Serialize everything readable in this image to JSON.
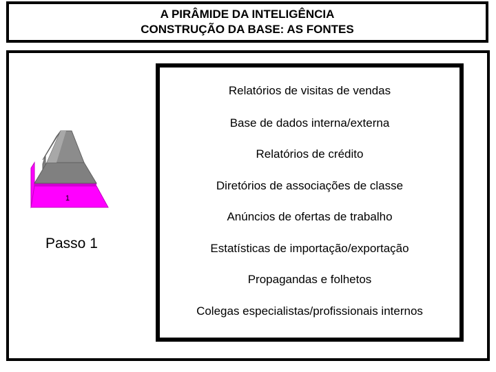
{
  "title": {
    "line1": "A PIRÂMIDE DA INTELIGÊNCIA",
    "line2": "CONSTRUÇÃO DA BASE: AS FONTES"
  },
  "pyramid": {
    "base_label": "1",
    "highlight_color": "#ff00ff",
    "inactive_color": "#808080"
  },
  "step_label": "Passo 1",
  "sources": [
    "Relatórios de visitas de vendas",
    "Base de dados interna/externa",
    "Relatórios de crédito",
    "Diretórios de associações de classe",
    "Anúncios de ofertas de trabalho",
    "Estatísticas de importação/exportação",
    "Propagandas e folhetos",
    "Colegas especialistas/profissionais internos"
  ]
}
